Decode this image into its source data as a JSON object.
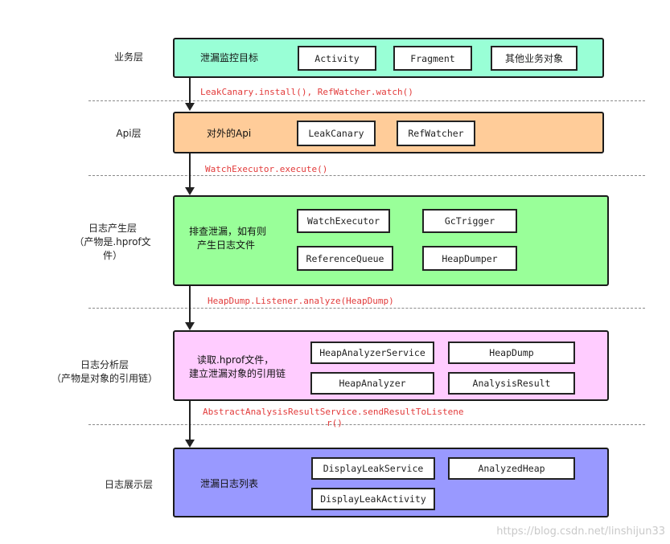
{
  "layers": {
    "business": {
      "label": "业务层",
      "title": "泄漏监控目标",
      "classes": [
        "Activity",
        "Fragment",
        "其他业务对象"
      ],
      "color": "#99ffd6"
    },
    "api": {
      "label": "Api层",
      "title": "对外的Api",
      "classes": [
        "LeakCanary",
        "RefWatcher"
      ],
      "color": "#ffcc99"
    },
    "log_gen": {
      "label_line1": "日志产生层",
      "label_line2": "（产物是.hprof文",
      "label_line3": "件）",
      "title_line1": "排查泄漏，如有则",
      "title_line2": "产生日志文件",
      "classes": [
        "WatchExecutor",
        "GcTrigger",
        "ReferenceQueue",
        "HeapDumper"
      ],
      "color": "#99ff99"
    },
    "log_analysis": {
      "label_line1": "日志分析层",
      "label_line2": "（产物是对象的引用链）",
      "title_line1": "读取.hprof文件，",
      "title_line2": "建立泄漏对象的引用链",
      "classes": [
        "HeapAnalyzerService",
        "HeapDump",
        "HeapAnalyzer",
        "AnalysisResult"
      ],
      "color": "#ffccff"
    },
    "log_display": {
      "label": "日志展示层",
      "title": "泄漏日志列表",
      "classes": [
        "DisplayLeakService",
        "AnalyzedHeap",
        "DisplayLeakActivity"
      ],
      "color": "#9999ff"
    }
  },
  "calls": {
    "c1": "LeakCanary.install(), RefWatcher.watch()",
    "c2": "WatchExecutor.execute()",
    "c3": "HeapDump.Listener.analyze(HeapDump)",
    "c4_line1": "AbstractAnalysisResultService.sendResultToListene",
    "c4_line2": "r()"
  },
  "watermark": "https://blog.csdn.net/linshijun33",
  "colors": {
    "arrow": "#222222",
    "call_text": "#e23b3b",
    "divider": "#8a8a8a"
  }
}
